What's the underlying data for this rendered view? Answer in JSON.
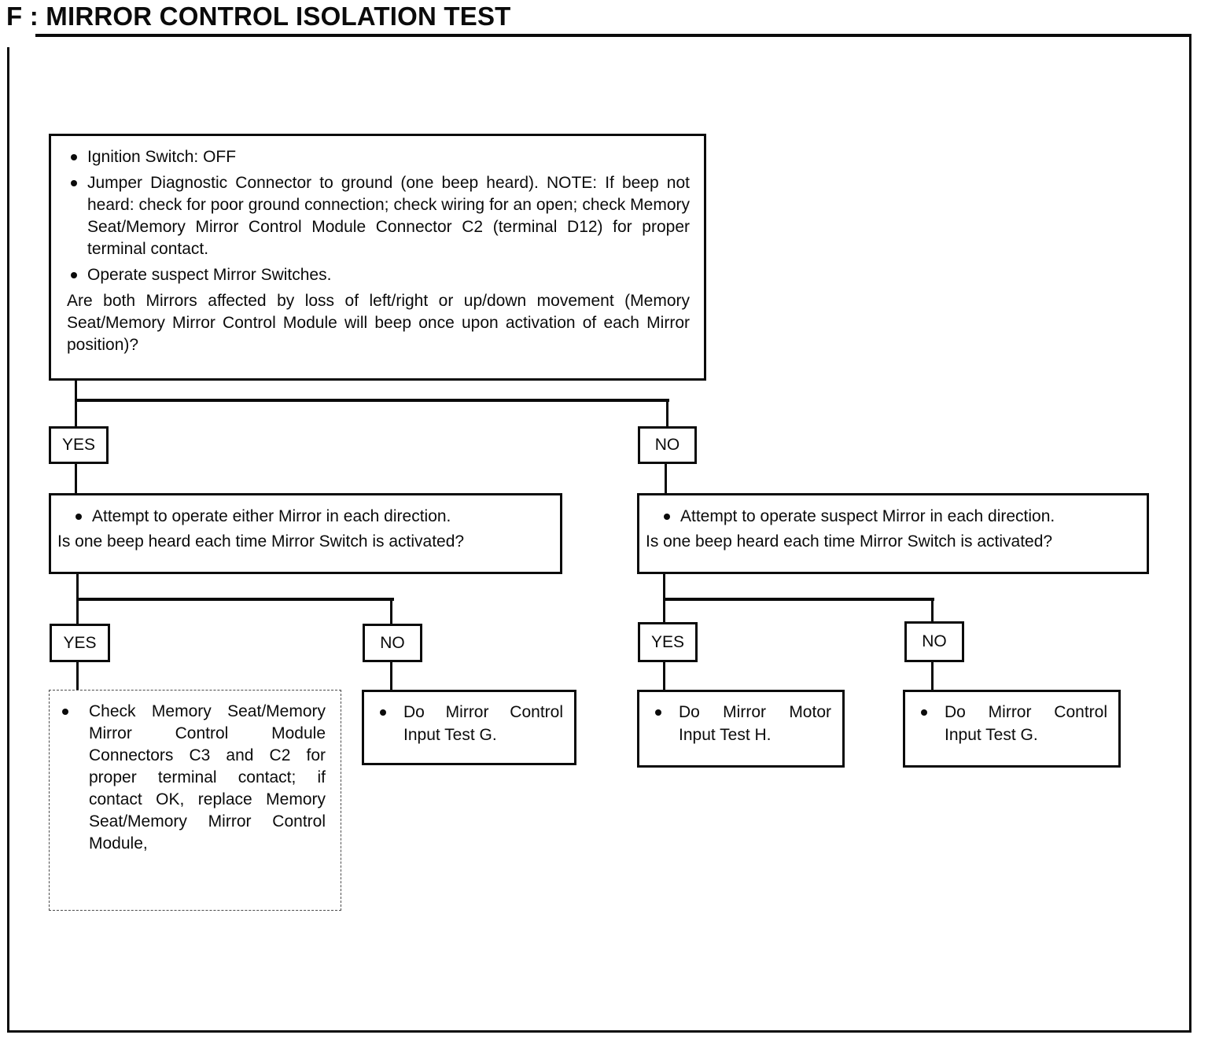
{
  "title": "F : MIRROR CONTROL ISOLATION TEST",
  "flowchart": {
    "labels": {
      "yes": "YES",
      "no": "NO"
    },
    "root": {
      "bullets": [
        "Ignition Switch:  OFF",
        "Jumper Diagnostic Connector to ground (one beep heard). NOTE:  If beep not heard:  check for poor ground connection; check wiring for an open; check Memory Seat/Memory Mirror Control Module Connector C2 (terminal D12) for proper terminal contact.",
        "Operate suspect Mirror Switches."
      ],
      "question": "Are both Mirrors affected by loss of left/right or up/down movement (Memory Seat/Memory Mirror Control Module will beep once upon activation of each Mirror position)?"
    },
    "left_branch": {
      "bullet": "Attempt to operate either Mirror in each direction.",
      "question": "Is one beep heard each time Mirror Switch is activated?",
      "yes_action": "Check Memory Seat/Memory Mirror Control Module Connectors C3 and C2 for proper terminal contact; if contact OK, replace Memory Seat/Memory Mirror Control Module,",
      "no_action": "Do Mirror Control Input Test G."
    },
    "right_branch": {
      "bullet": "Attempt to operate suspect Mirror in each direction.",
      "question": "Is one beep heard each time Mirror Switch is activated?",
      "yes_action": "Do Mirror Motor Input Test H.",
      "no_action": "Do Mirror Control Input Test G."
    }
  }
}
